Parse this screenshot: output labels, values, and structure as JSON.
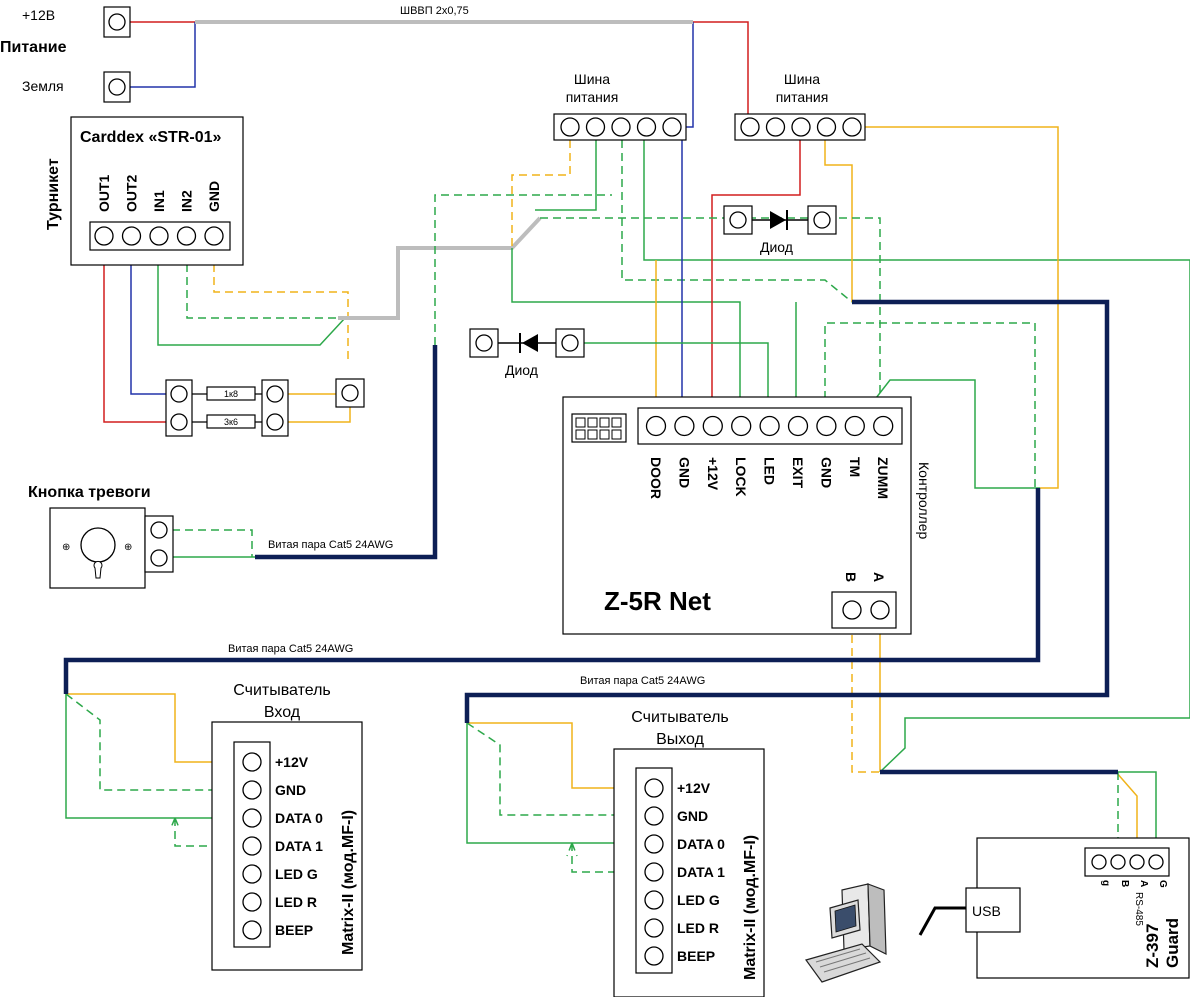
{
  "power": {
    "plus12": "+12В",
    "title": "Питание",
    "ground": "Земля"
  },
  "cable_power": "ШВВП 2х0,75",
  "bus_label_1": [
    "Шина",
    "питания"
  ],
  "bus_label_2": [
    "Шина",
    "питания"
  ],
  "turnstile": {
    "side_label": "Турникет",
    "title": "Carddex «STR-01»",
    "pins": [
      "OUT1",
      "OUT2",
      "IN1",
      "IN2",
      "GND"
    ]
  },
  "resistors": [
    "1к8",
    "3к6"
  ],
  "diode_1": "Диод",
  "diode_2": "Диод",
  "alarm_button": {
    "title": "Кнопка тревоги"
  },
  "twisted_pair_1": "Витая пара Cat5 24AWG",
  "twisted_pair_2": "Витая пара Cat5 24AWG",
  "twisted_pair_3": "Витая пара Cat5 24AWG",
  "controller": {
    "pins": [
      "DOOR",
      "GND",
      "+12V",
      "LOCK",
      "LED",
      "EXIT",
      "GND",
      "TM",
      "ZUMM"
    ],
    "name": "Z-5R Net",
    "side_label": "Контроллер",
    "rs_pins": [
      "B",
      "A"
    ]
  },
  "reader_in": {
    "title": [
      "Считыватель",
      "Вход"
    ],
    "pins": [
      "+12V",
      "GND",
      "DATA 0",
      "DATA 1",
      "LED G",
      "LED R",
      "BEEP"
    ],
    "model": "Matrix-II (мод.MF-I)"
  },
  "reader_out": {
    "title": [
      "Считыватель",
      "Выход"
    ],
    "pins": [
      "+12V",
      "GND",
      "DATA 0",
      "DATA 1",
      "LED G",
      "LED R",
      "BEEP"
    ],
    "model": "Matrix-II (мод.MF-I)"
  },
  "converter": {
    "usb": "USB",
    "pins": [
      "g",
      "B",
      "A",
      "G"
    ],
    "rs485": "RS-485",
    "name": [
      "Z-397",
      "Guard"
    ]
  },
  "colors": {
    "plus_wire": "#d21f1f",
    "ground_wire": "#2233aa",
    "signal_green": "#2da84a",
    "signal_yellow": "#f0b31a",
    "cable_gray": "#bdbdbd",
    "twisted_pair": "#0d1f55"
  }
}
